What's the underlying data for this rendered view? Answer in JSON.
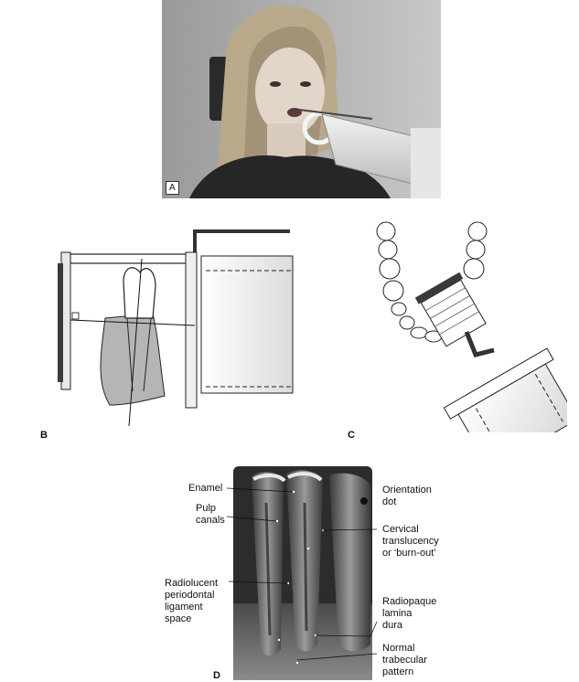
{
  "panels": {
    "a": {
      "label": "A"
    },
    "b": {
      "label": "B"
    },
    "c": {
      "label": "C"
    },
    "d": {
      "label": "D"
    }
  },
  "annotations": {
    "enamel": "Enamel",
    "pulp": [
      "Pulp",
      "canals"
    ],
    "periodontal": [
      "Radiolucent",
      "periodontal",
      "ligament",
      "space"
    ],
    "orientation": [
      "Orientation",
      "dot"
    ],
    "cervical": [
      "Cervical",
      "translucency",
      "or ‘burn-out’"
    ],
    "lamina": [
      "Radiopaque",
      "lamina",
      "dura"
    ],
    "trabecular": [
      "Normal",
      "trabecular",
      "pattern"
    ]
  }
}
